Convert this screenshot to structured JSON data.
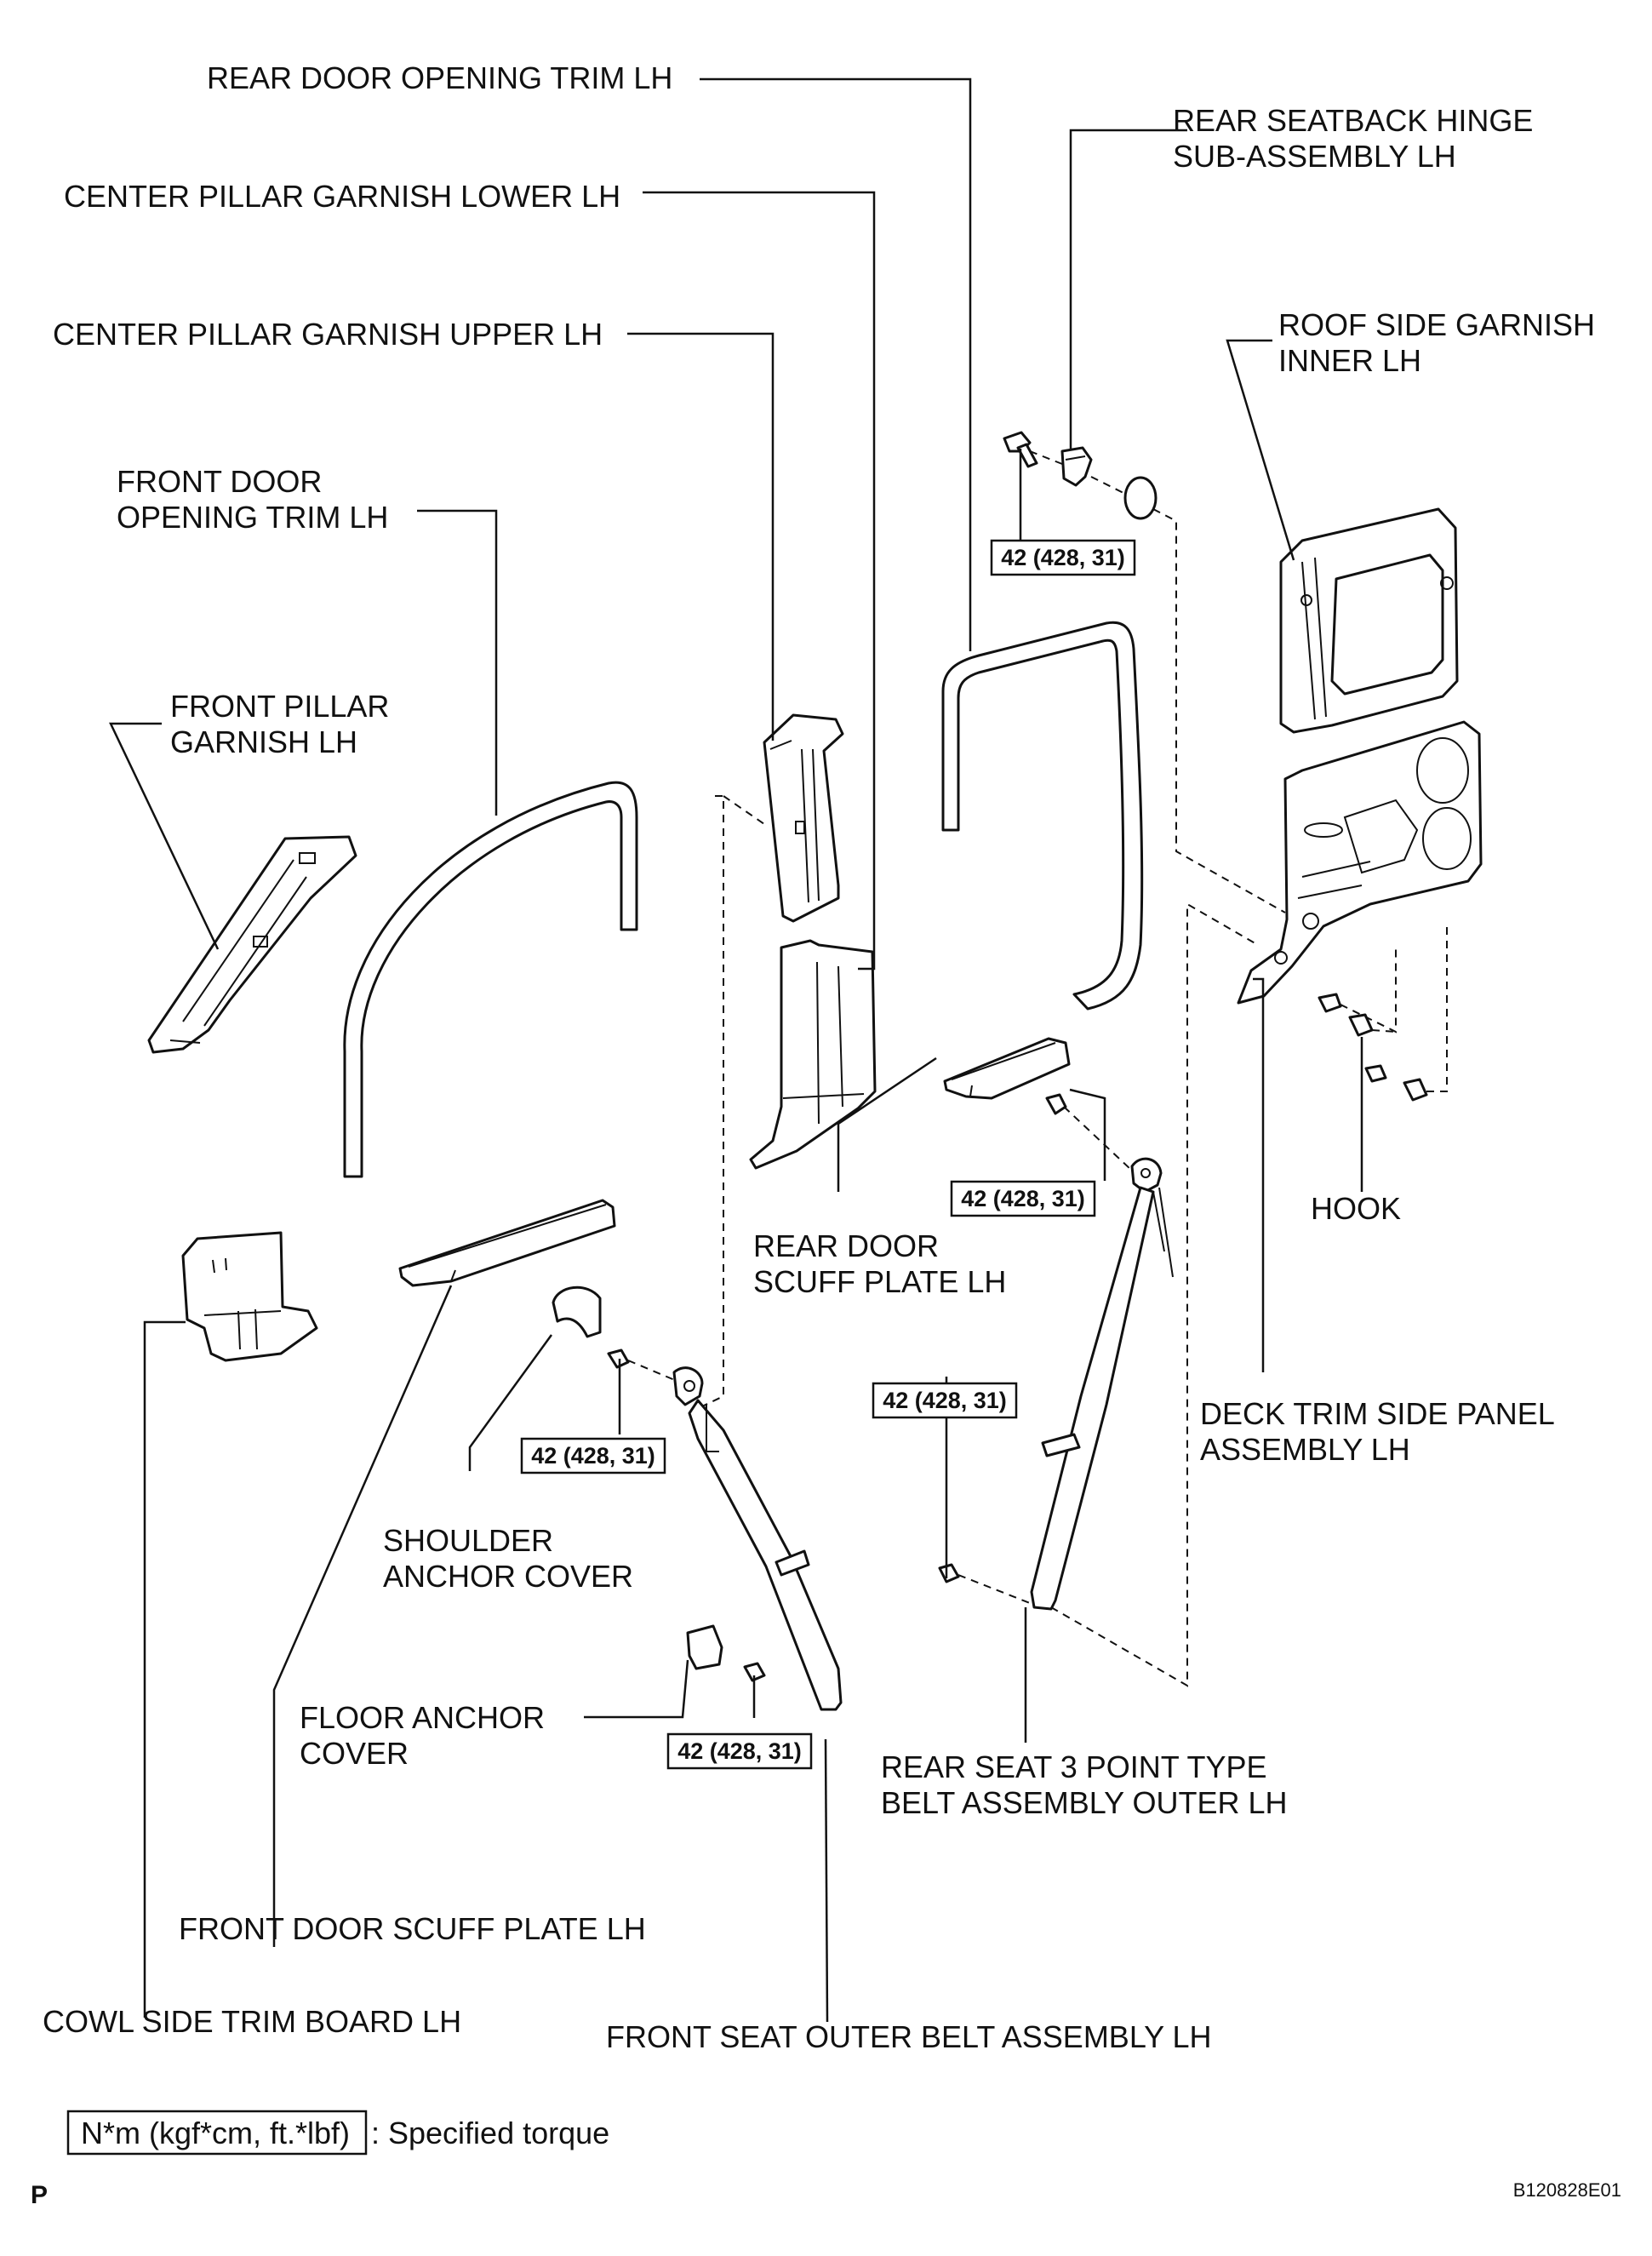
{
  "labels": {
    "rear_door_opening_trim": "REAR DOOR OPENING TRIM LH",
    "rear_seatback_hinge_1": "REAR SEATBACK HINGE",
    "rear_seatback_hinge_2": "SUB-ASSEMBLY LH",
    "center_pillar_lower": "CENTER PILLAR GARNISH LOWER LH",
    "center_pillar_upper": "CENTER PILLAR GARNISH UPPER LH",
    "roof_side_garnish_1": "ROOF SIDE GARNISH",
    "roof_side_garnish_2": "INNER LH",
    "front_door_opening_trim_1": "FRONT DOOR",
    "front_door_opening_trim_2": "OPENING TRIM LH",
    "front_pillar_garnish_1": "FRONT PILLAR",
    "front_pillar_garnish_2": "GARNISH LH",
    "hook": "HOOK",
    "rear_door_scuff_1": "REAR DOOR",
    "rear_door_scuff_2": "SCUFF PLATE LH",
    "deck_trim_1": "DECK TRIM SIDE PANEL",
    "deck_trim_2": "ASSEMBLY LH",
    "shoulder_anchor_1": "SHOULDER",
    "shoulder_anchor_2": "ANCHOR COVER",
    "floor_anchor_1": "FLOOR ANCHOR",
    "floor_anchor_2": "COVER",
    "rear_seat_belt_1": "REAR SEAT 3 POINT TYPE",
    "rear_seat_belt_2": "BELT ASSEMBLY OUTER LH",
    "front_door_scuff": "FRONT DOOR SCUFF PLATE LH",
    "cowl_side": "COWL SIDE TRIM BOARD LH",
    "front_seat_belt": "FRONT SEAT OUTER BELT ASSEMBLY LH"
  },
  "torques": {
    "hinge_bolt": "42 (428, 31)",
    "rear_belt_upper": "42 (428, 31)",
    "rear_belt_lower": "42 (428, 31)",
    "front_belt_upper": "42 (428, 31)",
    "front_belt_lower": "42 (428, 31)"
  },
  "legend": {
    "box_text": "N*m (kgf*cm, ft.*lbf)",
    "description": ": Specified torque"
  },
  "footer": {
    "page_marker": "P",
    "figure_code": "B120828E01"
  }
}
